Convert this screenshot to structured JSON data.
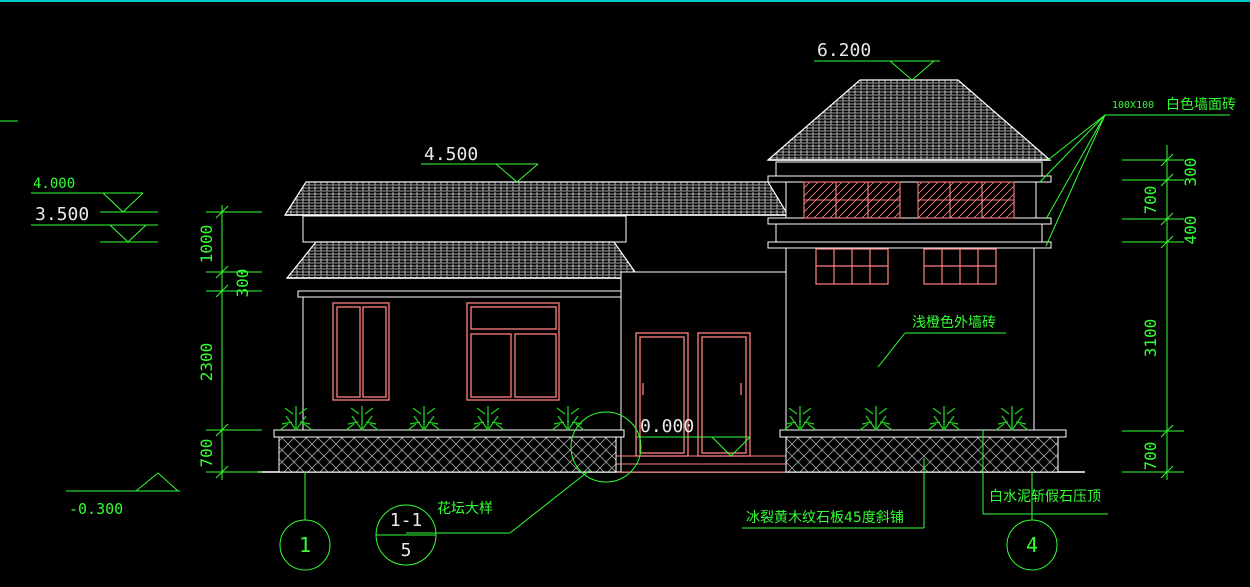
{
  "colors": {
    "background": "#000000",
    "dimension": "#33ff33",
    "outline": "#ffffff",
    "window": "#ff8080",
    "hatch": "#9a9a9a",
    "plant": "#22cc22",
    "top_border": "#00c8c8"
  },
  "elevations": {
    "ridge_main": "6.200",
    "ridge_left": "4.500",
    "eave_upper": "4.000",
    "eave_lower": "3.500",
    "ground_floor": "0.000",
    "ground_outdoor": "-0.300"
  },
  "dimensions": {
    "left": [
      "1000",
      "300",
      "2300",
      "700"
    ],
    "right": [
      "300",
      "700",
      "400",
      "3100",
      "700"
    ]
  },
  "annotations": {
    "roof_tile": "白色墙面砖",
    "tile_size": "100X100",
    "exterior_wall": "浅橙色外墙砖",
    "stone_slab": "冰裂黄木纹石板45度斜铺",
    "capping": "白水泥斩假石压顶",
    "planter_detail": "花坛大样"
  },
  "grid_axes": [
    "1",
    "4"
  ],
  "detail_callout": {
    "top": "1-1",
    "bottom": "5"
  }
}
